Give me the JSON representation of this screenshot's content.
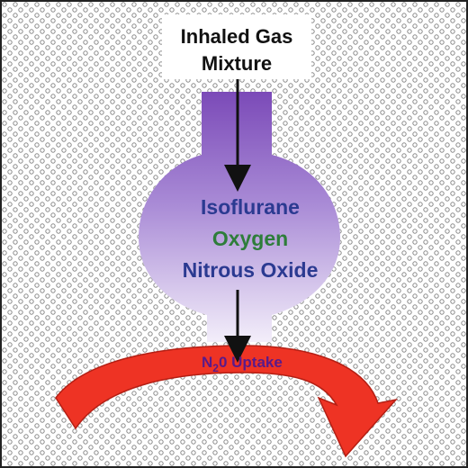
{
  "title": {
    "line1": "Inhaled Gas",
    "line2": "Mixture"
  },
  "gases": [
    {
      "label": "Isoflurane",
      "color": "#2b3a91"
    },
    {
      "label": "Oxygen",
      "color": "#2e7d3a"
    },
    {
      "label": "Nitrous Oxide",
      "color": "#2b3a91"
    }
  ],
  "uptake": {
    "prefix": "N",
    "subscript": "2",
    "suffix": "0 Uptake"
  },
  "colors": {
    "flask_top": "#7b4ab8",
    "flask_bottom": "#f3eefa",
    "arrow_red": "#ee3324",
    "arrow_stroke": "#b41f14",
    "dot_ring": "#8a8a8a"
  }
}
